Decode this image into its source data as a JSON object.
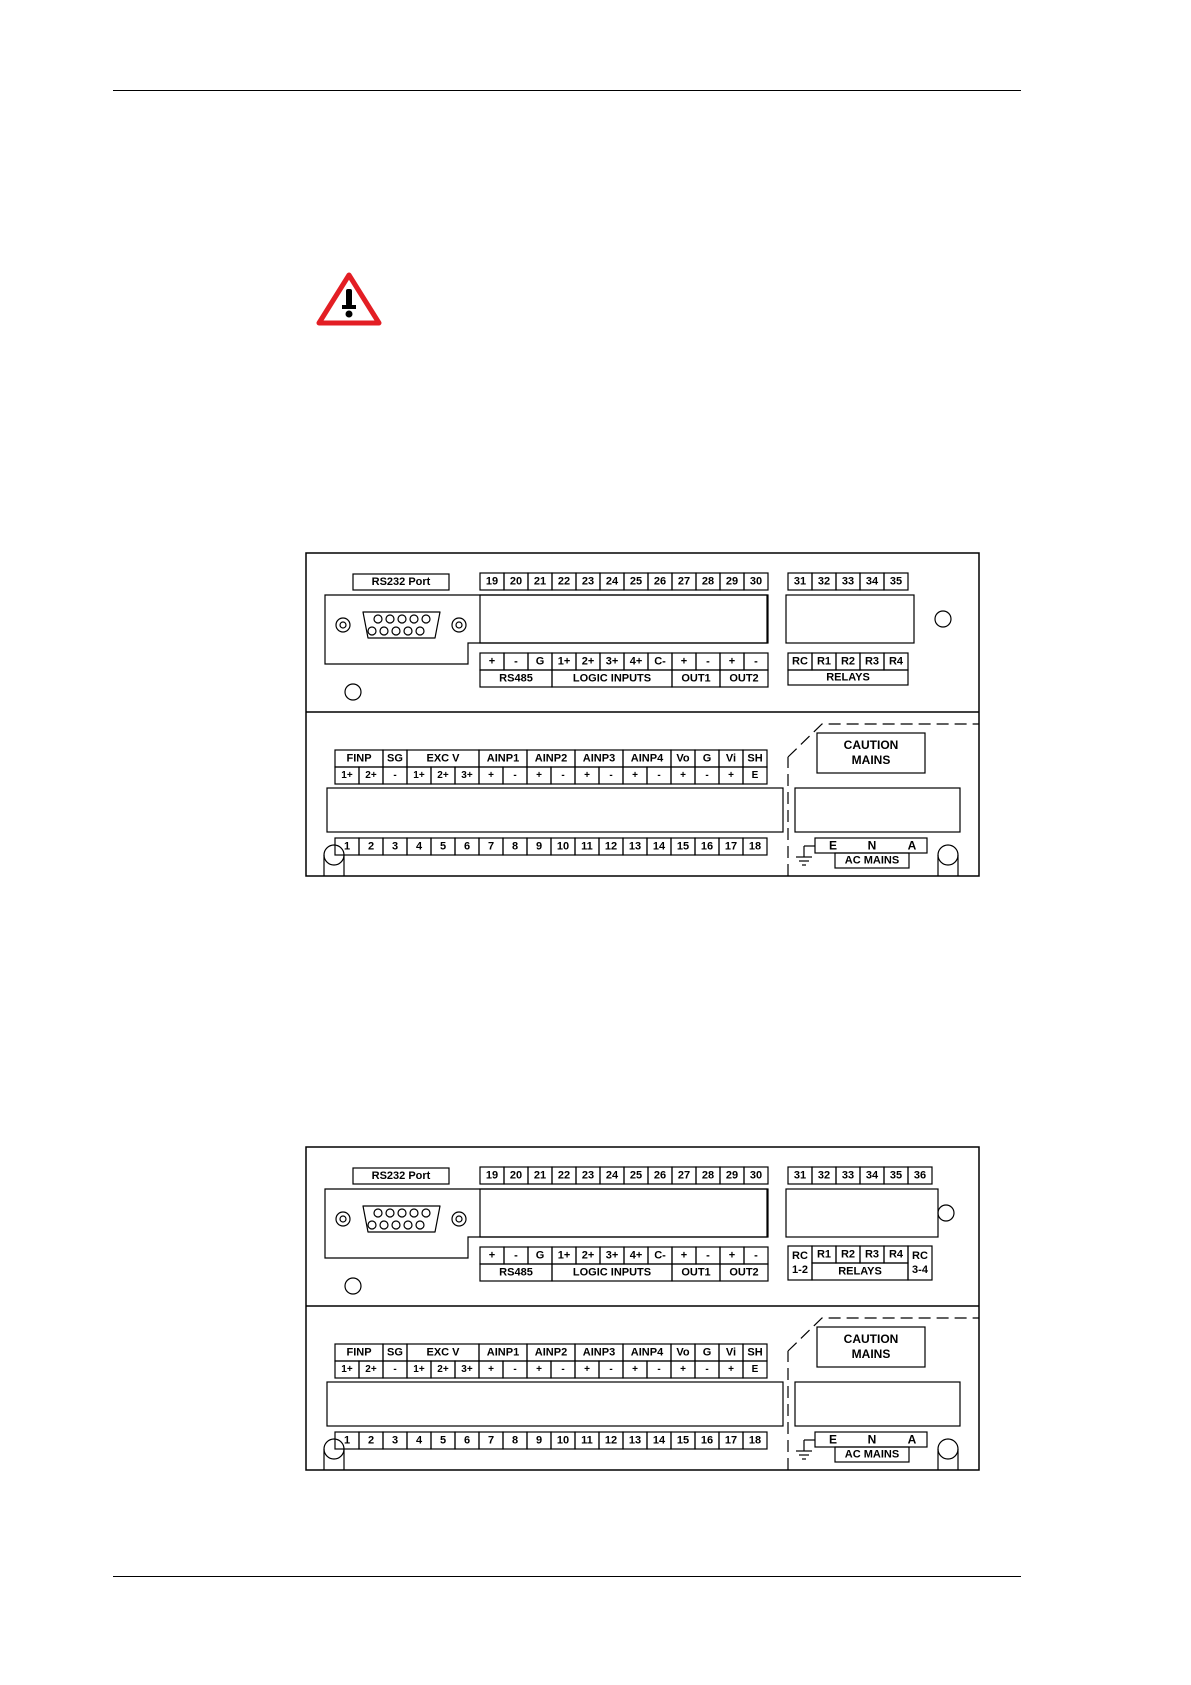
{
  "warning_icon": {
    "icon": "warning-triangle-icon",
    "border_color": "#e31e24",
    "fill_color": "#ffffff"
  },
  "panels": [
    {
      "rs232_label": "RS232 Port",
      "top_terminals": [
        "19",
        "20",
        "21",
        "22",
        "23",
        "24",
        "25",
        "26",
        "27",
        "28",
        "29",
        "30"
      ],
      "top_signals": [
        "+",
        "-",
        "G",
        "1+",
        "2+",
        "3+",
        "4+",
        "C-",
        "+",
        "-",
        "+",
        "-"
      ],
      "top_groups": [
        "RS485",
        "LOGIC INPUTS",
        "OUT1",
        "OUT2"
      ],
      "relay_terminals": [
        "31",
        "32",
        "33",
        "34",
        "35"
      ],
      "relay_signals": [
        "RC",
        "R1",
        "R2",
        "R3",
        "R4"
      ],
      "relay_group": "RELAYS",
      "bottom_groups": [
        "FINP",
        "SG",
        "EXC V",
        "AINP1",
        "AINP2",
        "AINP3",
        "AINP4",
        "Vo",
        "G",
        "Vi",
        "SH"
      ],
      "bottom_signals": [
        "1+",
        "2+",
        "-",
        "1+",
        "2+",
        "3+",
        "+",
        "-",
        "+",
        "-",
        "+",
        "-",
        "+",
        "-",
        "+",
        "-",
        "+",
        "E"
      ],
      "bottom_terminals": [
        "1",
        "2",
        "3",
        "4",
        "5",
        "6",
        "7",
        "8",
        "9",
        "10",
        "11",
        "12",
        "13",
        "14",
        "15",
        "16",
        "17",
        "18"
      ],
      "caution": [
        "CAUTION",
        "MAINS"
      ],
      "mains_signals": [
        "E",
        "N",
        "A"
      ],
      "mains_label": "AC MAINS"
    },
    {
      "rs232_label": "RS232 Port",
      "top_terminals": [
        "19",
        "20",
        "21",
        "22",
        "23",
        "24",
        "25",
        "26",
        "27",
        "28",
        "29",
        "30"
      ],
      "top_signals": [
        "+",
        "-",
        "G",
        "1+",
        "2+",
        "3+",
        "4+",
        "C-",
        "+",
        "-",
        "+",
        "-"
      ],
      "top_groups": [
        "RS485",
        "LOGIC INPUTS",
        "OUT1",
        "OUT2"
      ],
      "relay_terminals": [
        "31",
        "32",
        "33",
        "34",
        "35",
        "36"
      ],
      "relay_signals": [
        "R1",
        "R2",
        "R3",
        "R4"
      ],
      "relay_rc_left": [
        "RC",
        "1-2"
      ],
      "relay_rc_right": [
        "RC",
        "3-4"
      ],
      "relay_group": "RELAYS",
      "bottom_groups": [
        "FINP",
        "SG",
        "EXC V",
        "AINP1",
        "AINP2",
        "AINP3",
        "AINP4",
        "Vo",
        "G",
        "Vi",
        "SH"
      ],
      "bottom_signals": [
        "1+",
        "2+",
        "-",
        "1+",
        "2+",
        "3+",
        "+",
        "-",
        "+",
        "-",
        "+",
        "-",
        "+",
        "-",
        "+",
        "-",
        "+",
        "E"
      ],
      "bottom_terminals": [
        "1",
        "2",
        "3",
        "4",
        "5",
        "6",
        "7",
        "8",
        "9",
        "10",
        "11",
        "12",
        "13",
        "14",
        "15",
        "16",
        "17",
        "18"
      ],
      "caution": [
        "CAUTION",
        "MAINS"
      ],
      "mains_signals": [
        "E",
        "N",
        "A"
      ],
      "mains_label": "AC MAINS"
    }
  ]
}
